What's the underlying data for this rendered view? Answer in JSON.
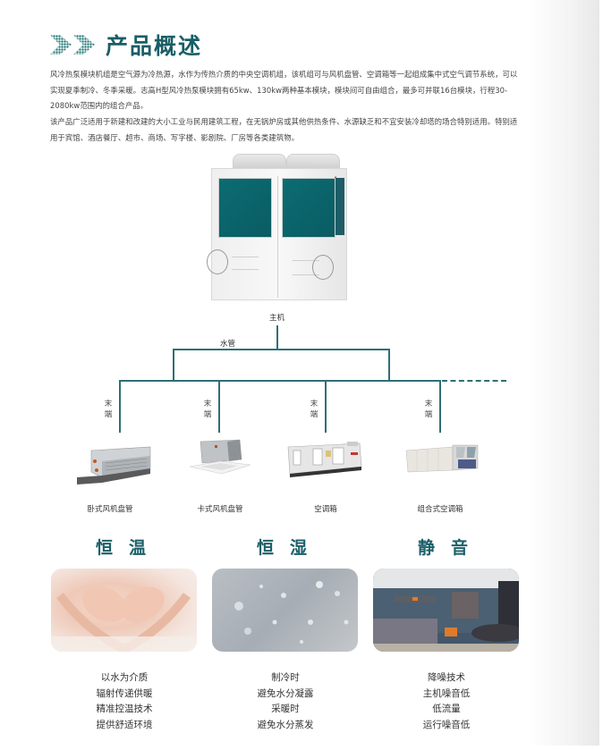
{
  "header": {
    "icon": "double-chevron-dotted-icon",
    "title": "产品概述"
  },
  "intro": {
    "paragraph1": "风冷热泵模块机组是空气源为冷热源，水作为传热介质的中央空调机组，该机组可与风机盘管、空调箱等一起组成集中式空气调节系统，可以实现夏季制冷、冬季采暖。志高H型风冷热泵模块拥有65kw、130kw两种基本模块，模块间可自由组合，最多可并联16台模块，行程30-2080kw范围内的组合产品。",
    "paragraph2": "该产品广泛适用于新建和改建的大小工业与民用建筑工程，在无锅炉房或其他供热条件、水源缺乏和不宜安装冷却塔的场合特别适用。特别适用于宾馆、酒店餐厅、超市、商场、写字楼、影剧院、厂房等各类建筑物。"
  },
  "diagram": {
    "main_unit_label": "主机",
    "pipe_label": "水管",
    "terminal_label": "末端",
    "terminals": [
      {
        "caption": "卧式风机盘管",
        "icon": "ducted-fan-coil-image"
      },
      {
        "caption": "卡式风机盘管",
        "icon": "cassette-fan-coil-image"
      },
      {
        "caption": "空调箱",
        "icon": "air-handling-unit-image"
      },
      {
        "caption": "组合式空调箱",
        "icon": "combined-ahu-image"
      }
    ],
    "line_color": "#2f6f74"
  },
  "features": [
    {
      "title": "恒温",
      "photo": "baby-feet-hands-photo",
      "lines": [
        "以水为介质",
        "辐射传递供暖",
        "精准控温技术",
        "提供舒适环境"
      ]
    },
    {
      "title": "恒湿",
      "photo": "water-droplets-photo",
      "lines": [
        "制冷时",
        "避免水分凝露",
        "采暖时",
        "避免水分蒸发"
      ]
    },
    {
      "title": "静音",
      "photo": "bedroom-interior-photo",
      "lines": [
        "降噪技术",
        "主机噪音低",
        "低流量",
        "运行噪音低"
      ]
    }
  ],
  "colors": {
    "accent": "#1a5e66",
    "panel": "#0b6c72"
  }
}
